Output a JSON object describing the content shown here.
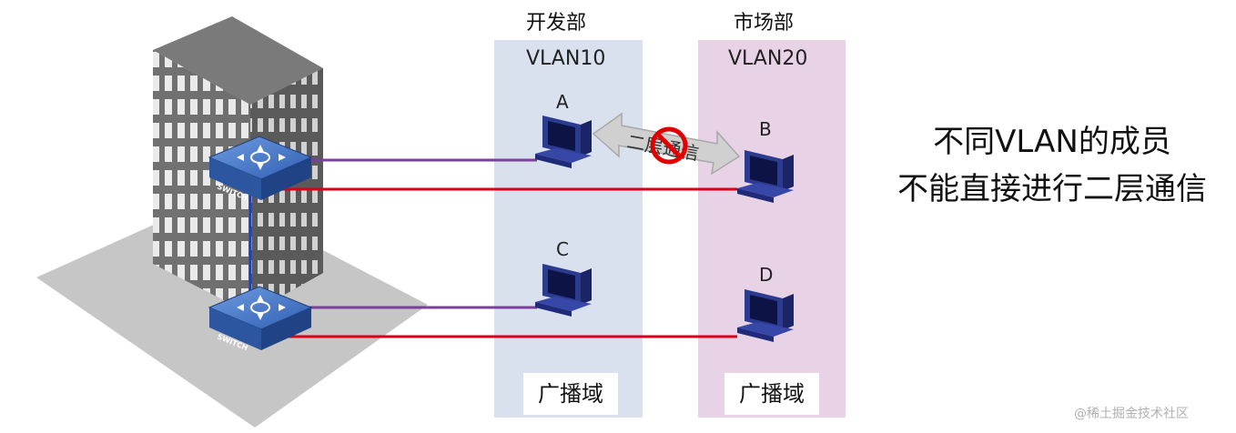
{
  "departments": [
    {
      "name": "开发部",
      "vlan": "VLAN10",
      "broadcast_domain": "广播域",
      "color": "#d9e1ef"
    },
    {
      "name": "市场部",
      "vlan": "VLAN20",
      "broadcast_domain": "广播域",
      "color": "#e8d3e6"
    }
  ],
  "hosts": [
    {
      "label": "A",
      "vlan": "VLAN10"
    },
    {
      "label": "B",
      "vlan": "VLAN20"
    },
    {
      "label": "C",
      "vlan": "VLAN10"
    },
    {
      "label": "D",
      "vlan": "VLAN20"
    }
  ],
  "switches": [
    {
      "label": "SWITCH"
    },
    {
      "label": "SWITCH"
    }
  ],
  "blocked_link": {
    "text": "二层通信",
    "icon": "prohibited-icon"
  },
  "summary": {
    "line1": "不同VLAN的成员",
    "line2": "不能直接进行二层通信"
  },
  "watermark": "@稀土掘金技术社区",
  "colors": {
    "vlan10_link": "#7a3f9a",
    "vlan20_link": "#d9001b",
    "trunk_link": "#1f3fbf",
    "switch_blue": "#3a6fc4"
  }
}
